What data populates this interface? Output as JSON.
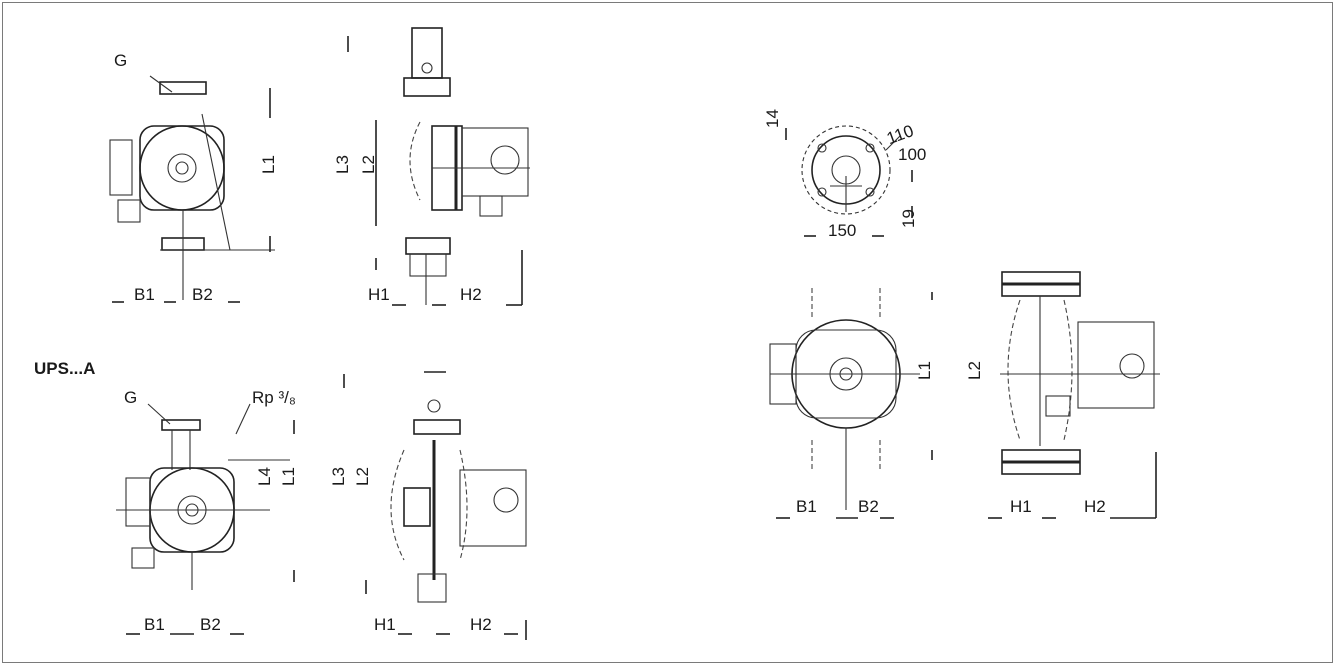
{
  "title_ups_a": "UPS...A",
  "top_left": {
    "g_label": "G",
    "l1_label": "L1",
    "l2_label": "L2",
    "l3_label": "L3",
    "b1_label": "B1",
    "b2_label": "B2",
    "h1_label": "H1",
    "h2_label": "H2"
  },
  "bottom_left": {
    "g_label": "G",
    "rp_label": "Rp ³/₈",
    "l4_label": "L4",
    "l1_label": "L1",
    "l3_label": "L3",
    "l2_label": "L2",
    "b1_label": "B1",
    "b2_label": "B2",
    "h1_label": "H1",
    "h2_label": "H2"
  },
  "flange": {
    "d14": "14",
    "d110": "110",
    "d100": "100",
    "d150": "150",
    "d19": "19"
  },
  "right": {
    "l1_label": "L1",
    "l2_label": "L2",
    "b1_label": "B1",
    "b2_label": "B2",
    "h1_label": "H1",
    "h2_label": "H2"
  }
}
